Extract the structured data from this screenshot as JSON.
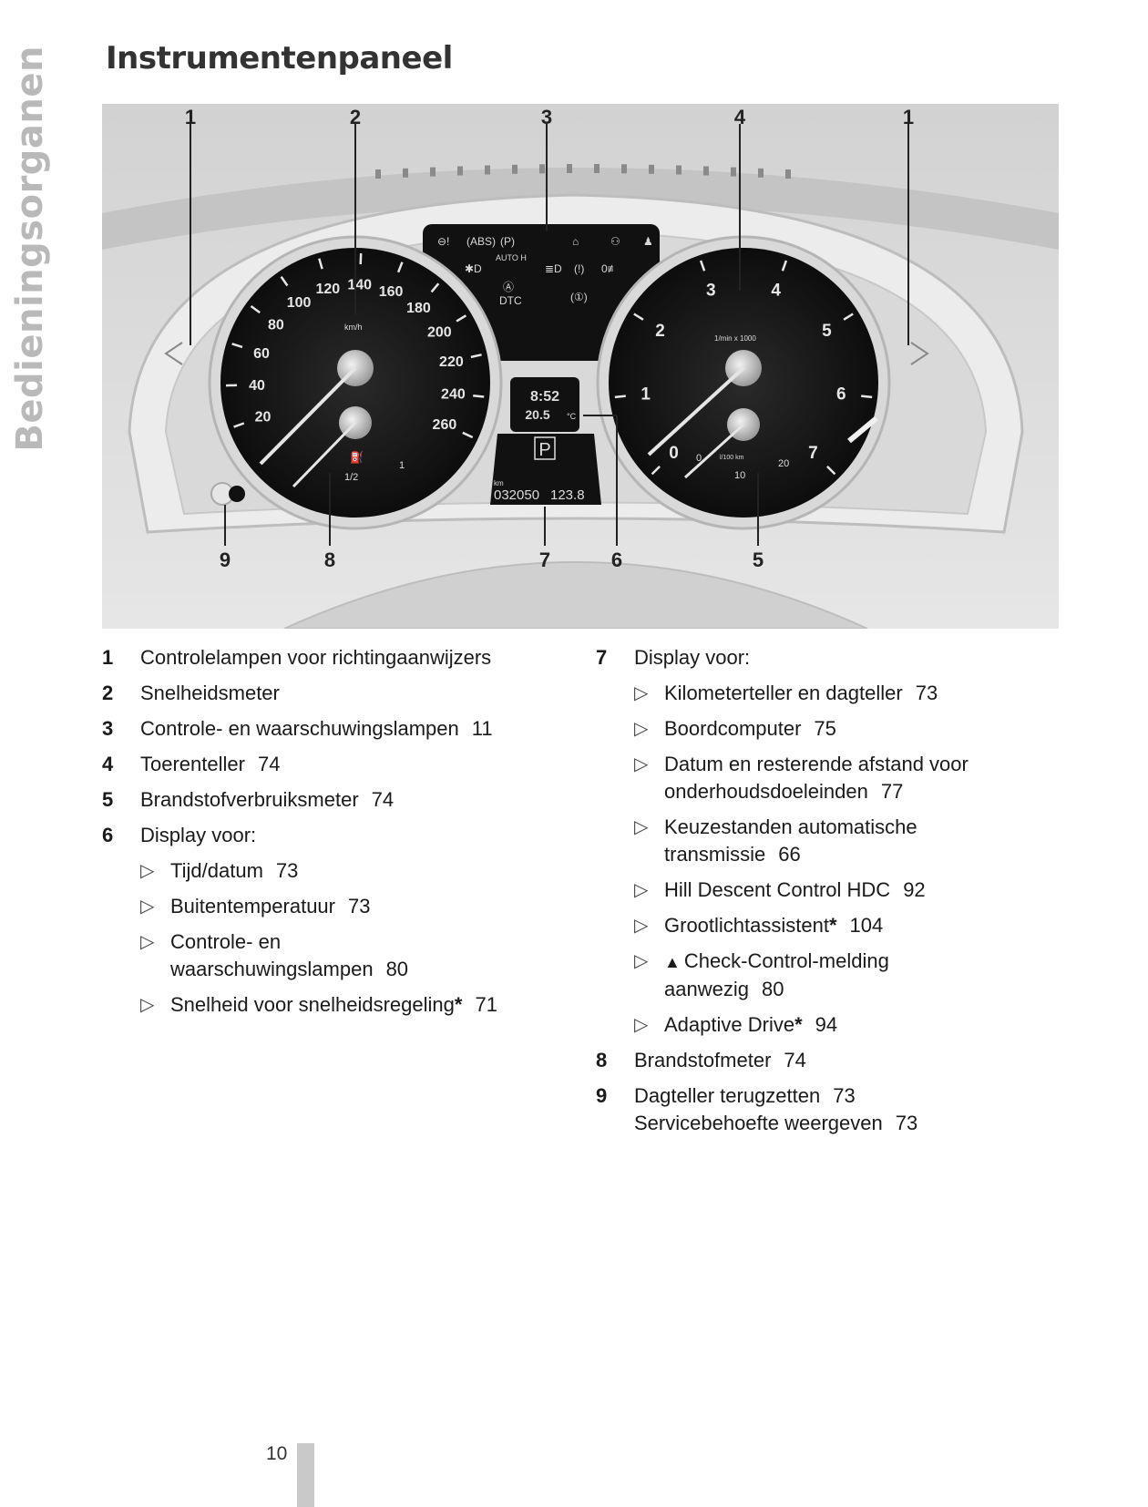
{
  "side_title": "Bedieningsorganen",
  "page_title": "Instrumentenpaneel",
  "figure": {
    "callouts": [
      "1",
      "2",
      "3",
      "4",
      "1",
      "9",
      "8",
      "7",
      "6",
      "5"
    ],
    "speedo": {
      "ticks": [
        "20",
        "40",
        "60",
        "80",
        "100",
        "120",
        "140",
        "160",
        "180",
        "200",
        "220",
        "240",
        "260"
      ],
      "unit": "km/h",
      "fuel_half": "1/2",
      "fuel_full": "1"
    },
    "tacho": {
      "ticks": [
        "0",
        "1",
        "2",
        "3",
        "4",
        "5",
        "6",
        "7"
      ],
      "unit": "1/min x 1000",
      "cons_unit": "l/100 km",
      "cons_ticks": [
        "0",
        "10",
        "20"
      ]
    },
    "warning_panel": {
      "auto_h": "AUTO H",
      "dtc": "DTC"
    },
    "display_time": "8:52",
    "display_temp": "20.5",
    "display_temp_unit": "°C",
    "gear": "P",
    "odometer_unit": "km",
    "odometer": "032050",
    "trip": "123.8"
  },
  "legend_left": [
    {
      "num": "1",
      "text": "Controlelampen voor richtingaanwijzers",
      "page": ""
    },
    {
      "num": "2",
      "text": "Snelheidsmeter",
      "page": ""
    },
    {
      "num": "3",
      "text": "Controle- en waarschuwingslampen",
      "page": "11"
    },
    {
      "num": "4",
      "text": "Toerenteller",
      "page": "74"
    },
    {
      "num": "5",
      "text": "Brandstofverbruiksmeter",
      "page": "74"
    },
    {
      "num": "6",
      "text": "Display voor:",
      "page": ""
    }
  ],
  "legend_left_sub": [
    {
      "text": "Tijd/datum",
      "page": "73"
    },
    {
      "text": "Buitentemperatuur",
      "page": "73"
    },
    {
      "text": "Controle- en",
      "text2": "waarschuwingslampen",
      "page": "80"
    },
    {
      "text": "Snelheid voor snelheidsregeling",
      "star": "*",
      "page": "71"
    }
  ],
  "legend_right_7": {
    "num": "7",
    "text": "Display voor:"
  },
  "legend_right_sub": [
    {
      "text": "Kilometerteller en dagteller",
      "page": "73"
    },
    {
      "text": "Boordcomputer",
      "page": "75"
    },
    {
      "text": "Datum en resterende afstand voor",
      "text2": "onderhoudsdoeleinden",
      "page": "77"
    },
    {
      "text": "Keuzestanden automatische",
      "text2": "transmissie",
      "page": "66"
    },
    {
      "text": "Hill Descent Control HDC",
      "page": "92"
    },
    {
      "text": "Grootlichtassistent",
      "star": "*",
      "page": "104"
    },
    {
      "text": "Check-Control-melding",
      "text2": "aanwezig",
      "page": "80"
    },
    {
      "text": "Adaptive Drive",
      "star": "*",
      "page": "94"
    }
  ],
  "legend_right_tail": [
    {
      "num": "8",
      "text": "Brandstofmeter",
      "page": "74"
    },
    {
      "num": "9",
      "text": "Dagteller terugzetten",
      "page": "73",
      "text2": "Servicebehoefte weergeven",
      "page2": "73"
    }
  ],
  "bullet": "▷",
  "warn_icon": "▲",
  "page_number": "10"
}
